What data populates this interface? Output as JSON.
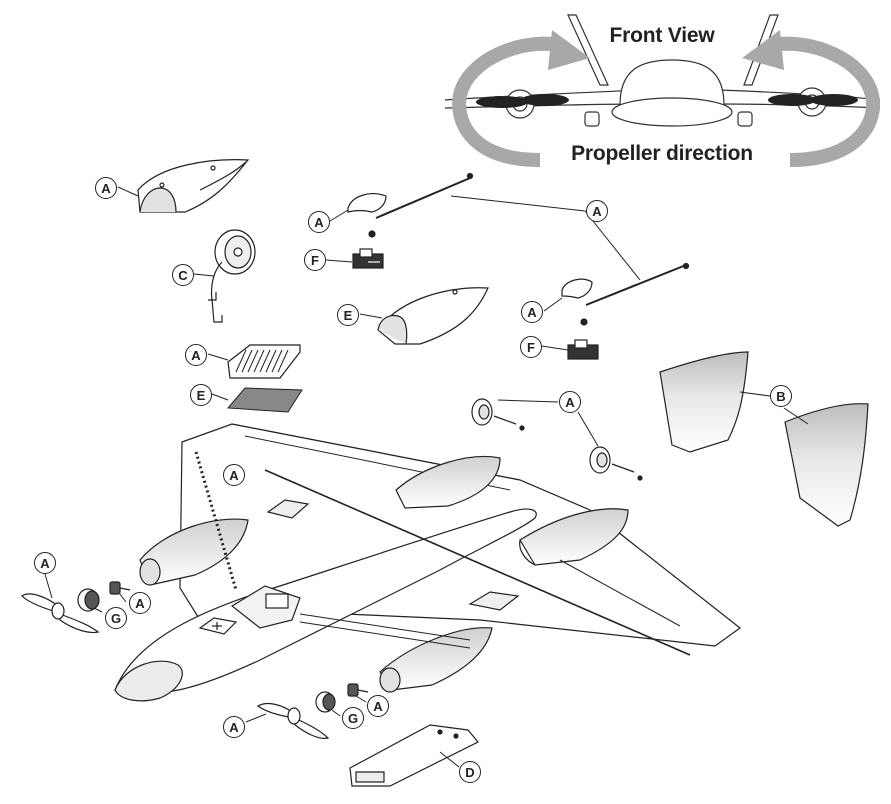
{
  "front_view": {
    "title": "Front View",
    "subtitle": "Propeller direction"
  },
  "callouts": {
    "canopy": "A",
    "pushrod_right": "A",
    "horn_right": "A",
    "nacelle_mid": "E",
    "horn_far": "A",
    "wheel": "A",
    "hatch": "A",
    "pad": "E",
    "servo_right": "F",
    "servo_far": "F",
    "landing_gear": "C",
    "fins": "B",
    "wing": "A",
    "prop_left": "A",
    "spinner_left": "G",
    "adapter_left": "A",
    "prop_right": "A",
    "spinner_right": "G",
    "adapter_right": "A",
    "battery_tray": "D"
  }
}
